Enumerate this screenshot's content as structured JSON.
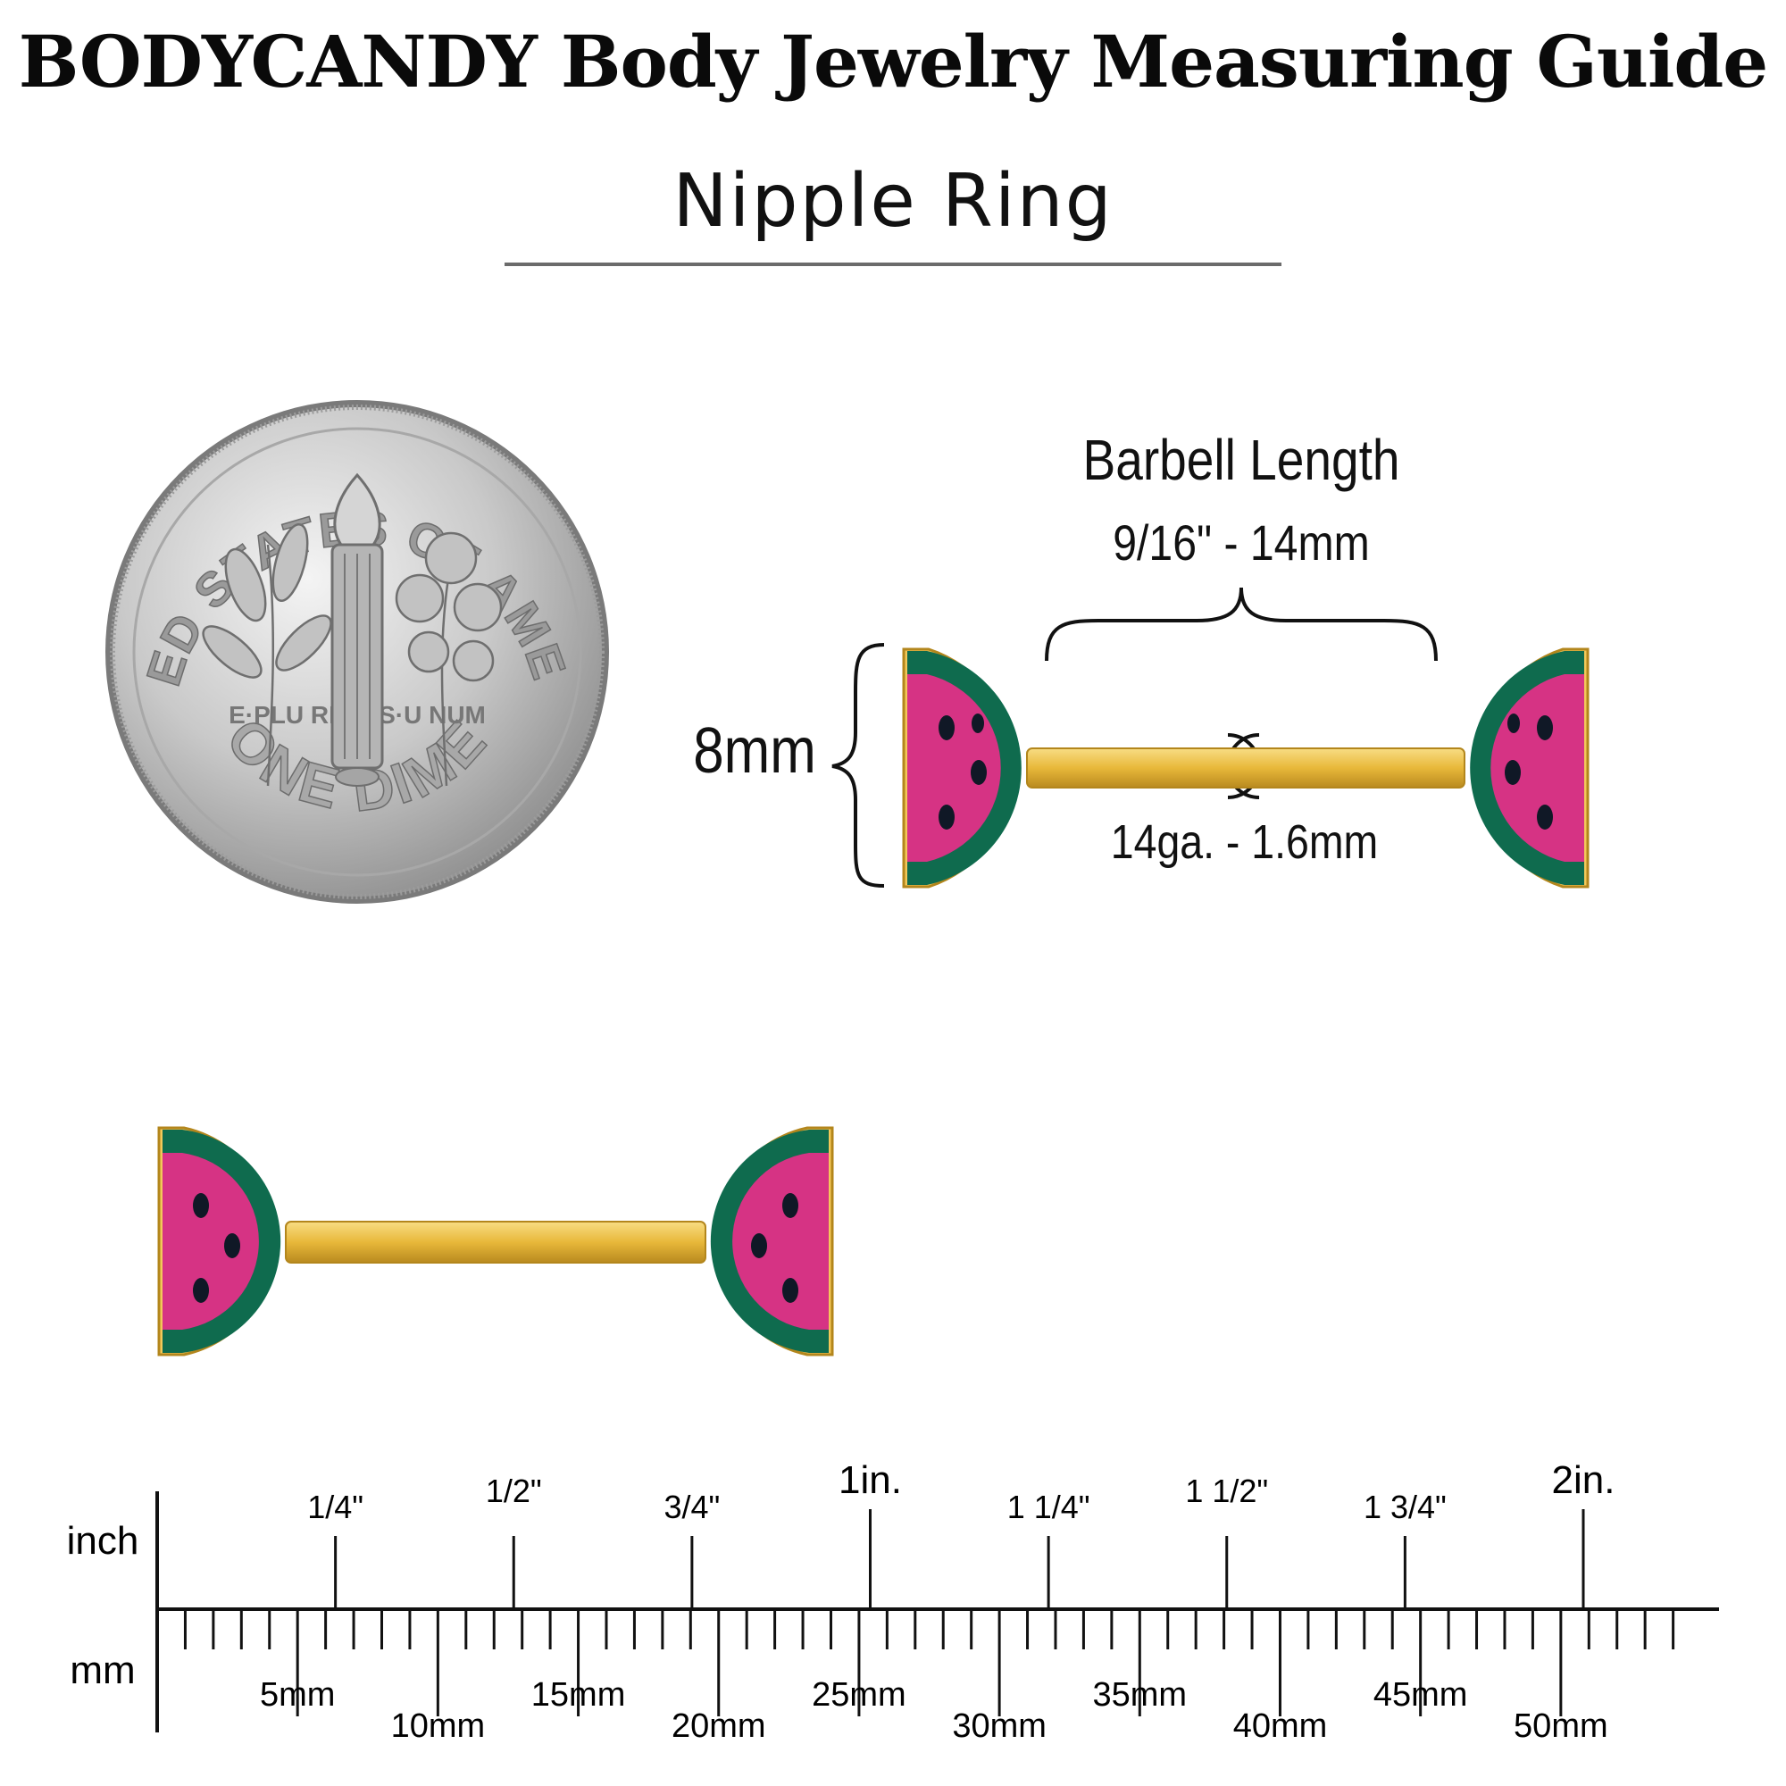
{
  "header": {
    "title": "BODYCANDY Body Jewelry Measuring Guide",
    "subtitle": "Nipple Ring"
  },
  "coin": {
    "top_arc_text": "UNITED STATES OF AMERICA",
    "motto": "E·PLU RIB US·U NUM",
    "denomination": "ONE DIME"
  },
  "measurements": {
    "barbell_length_label": "Barbell Length",
    "barbell_length_value": "9/16\" - 14mm",
    "end_size_value": "8mm",
    "gauge_value": "14ga. - 1.6mm"
  },
  "ruler": {
    "inch_label": "inch",
    "mm_label": "mm",
    "inch_marks": [
      "1/4\"",
      "1/2\"",
      "3/4\"",
      "1in.",
      "1 1/4\"",
      "1 1/2\"",
      "1 3/4\"",
      "2in."
    ],
    "mm_marks": [
      "5mm",
      "10mm",
      "15mm",
      "20mm",
      "25mm",
      "30mm",
      "35mm",
      "40mm",
      "45mm",
      "50mm"
    ]
  },
  "colors": {
    "rind_green": "#0f6b4e",
    "flesh_pink": "#d63384",
    "gold": "#e8b83a",
    "seed": "#101826"
  }
}
